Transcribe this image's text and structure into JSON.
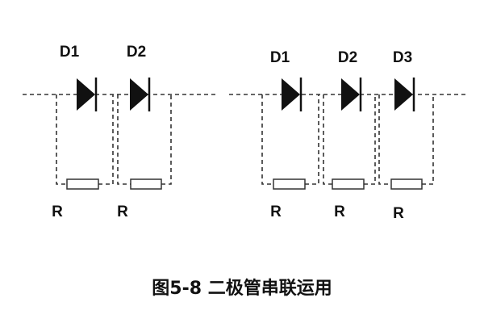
{
  "left_circuit": {
    "diode_labels": [
      "D1",
      "D2"
    ],
    "resistor_labels": [
      "R",
      "R"
    ]
  },
  "right_circuit": {
    "diode_labels": [
      "D1",
      "D2",
      "D3"
    ],
    "resistor_labels": [
      "R",
      "R",
      "R"
    ]
  },
  "caption": "图5-8 二极管串联运用"
}
